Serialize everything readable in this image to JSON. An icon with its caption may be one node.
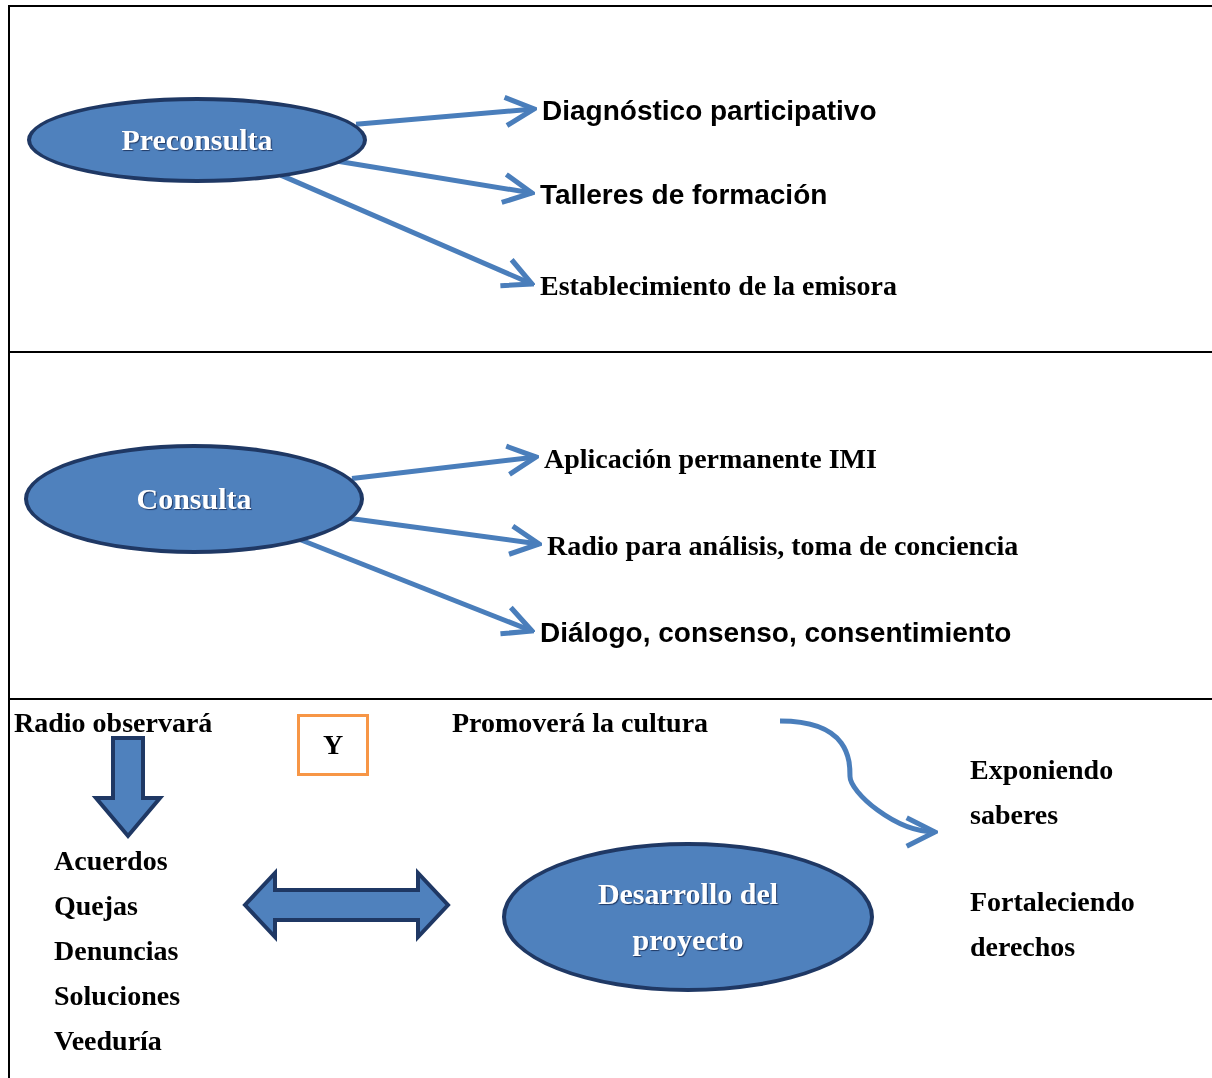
{
  "diagram": {
    "nodes": [
      {
        "text": [],
        "shape": "box"
      },
      {
        "text": [
          "Preconsulta"
        ],
        "in": 0
      },
      {
        "text": [
          "Diagnóstico participativo"
        ],
        "in": 0
      },
      {
        "text": [
          "Talleres de formación"
        ],
        "in": 0
      },
      {
        "text": [
          "Establecimiento de la emisora"
        ],
        "in": 0
      },
      {
        "text": [],
        "shape": "box"
      },
      {
        "text": [
          "Consulta"
        ],
        "in": 5
      },
      {
        "text": [
          "Aplicación permanente IMI"
        ],
        "in": 5
      },
      {
        "text": [
          "Radio para análisis, toma de conciencia"
        ],
        "in": 5
      },
      {
        "text": [
          "Diálogo, consenso, consentimiento"
        ],
        "in": 5
      },
      {
        "text": [],
        "shape": "box"
      },
      {
        "text": [
          "Radio observará"
        ],
        "in": 10
      },
      {
        "text": [
          "Y"
        ],
        "in": 10
      },
      {
        "text": [
          "Promoverá la cultura"
        ],
        "in": 10
      },
      {
        "text": [
          "Acuerdos",
          "Quejas",
          "Denuncias",
          "Soluciones",
          "Veeduría"
        ],
        "in": 10
      },
      {
        "text": [
          "Desarrollo del proyecto"
        ],
        "in": 10
      },
      {
        "text": [
          "Exponiendo saberes",
          "Fortaleciendo derechos"
        ],
        "in": 10
      }
    ],
    "edges": [
      {
        "from": 1,
        "to": 2,
        "arrow": "to"
      },
      {
        "from": 1,
        "to": 3,
        "arrow": "to"
      },
      {
        "from": 1,
        "to": 4,
        "arrow": "to"
      },
      {
        "from": 6,
        "to": 7,
        "arrow": "to"
      },
      {
        "from": 6,
        "to": 8,
        "arrow": "to"
      },
      {
        "from": 6,
        "to": 9,
        "arrow": "to"
      },
      {
        "from": 11,
        "to": 14,
        "arrow": "to",
        "style": "thick"
      },
      {
        "from": 14,
        "to": 15,
        "arrow": "both",
        "style": "thick"
      },
      {
        "from": 13,
        "to": 16,
        "arrow": "to"
      }
    ]
  }
}
